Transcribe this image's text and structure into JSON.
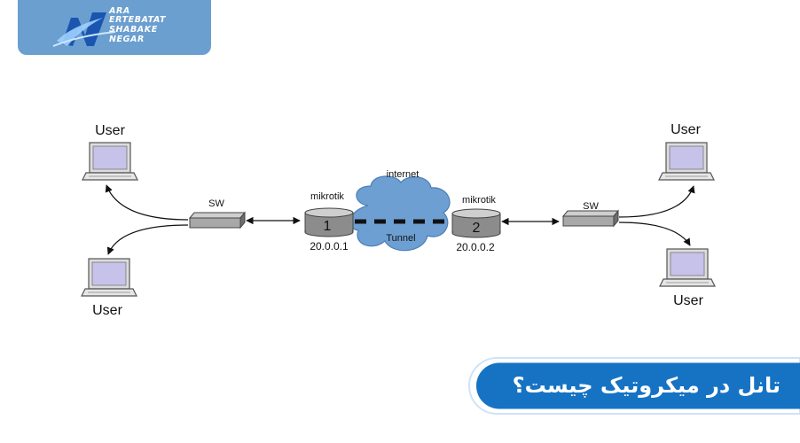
{
  "logo": {
    "lines": [
      "ARA",
      "ERTEBATAT",
      "SHABAKE",
      "NEGAR"
    ]
  },
  "diagram": {
    "users": [
      "User",
      "User",
      "User",
      "User"
    ],
    "switch_left": "SW",
    "switch_right": "SW",
    "router_left": {
      "label": "mikrotik",
      "number": "1",
      "ip": "20.0.0.1"
    },
    "router_right": {
      "label": "mikrotik",
      "number": "2",
      "ip": "20.0.0.2"
    },
    "cloud_label": "internet",
    "tunnel_label": "Tunnel"
  },
  "title": "تانل در میکروتیک چیست؟",
  "colors": {
    "accent_blue": "#1673c4",
    "logo_bg": "#6b9fd0",
    "cloud": "#6d9fd2",
    "screen": "#c6c2ea"
  }
}
